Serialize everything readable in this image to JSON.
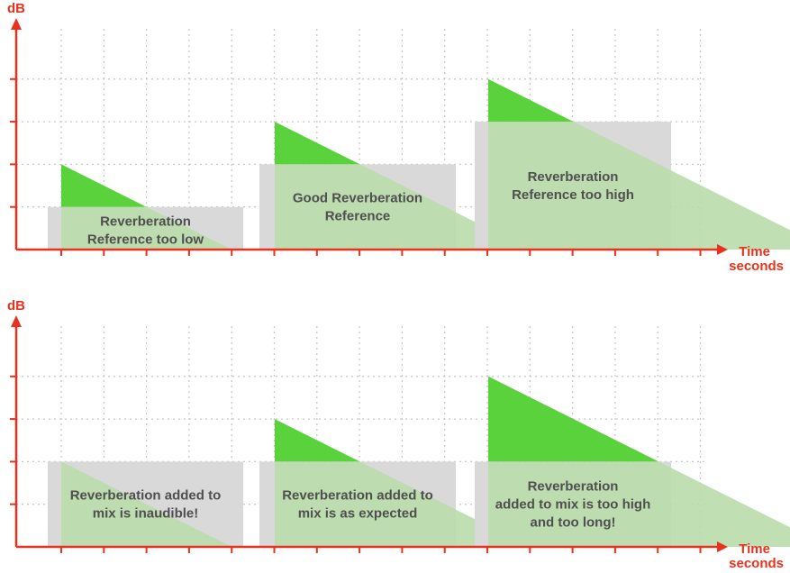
{
  "colors": {
    "axis": "#e8321e",
    "grid": "#c8c8c8",
    "box": "#d9d9d9",
    "decay_fill": "#5ad23c",
    "decay_overlay": "#b9dcaa",
    "label_text": "#4f4f4f"
  },
  "panels": [
    {
      "y_axis_label": "dB",
      "x_axis_label_1": "Time",
      "x_axis_label_2": "seconds",
      "items": [
        {
          "label_lines": [
            "Reverberation",
            "Reference too low"
          ],
          "box_level": 1,
          "decay_peak": 2,
          "decay_length_cells": 4
        },
        {
          "label_lines": [
            "Good Reverberation",
            "Reference"
          ],
          "box_level": 2,
          "decay_peak": 3,
          "decay_length_cells": 6
        },
        {
          "label_lines": [
            "Reverberation",
            "Reference too high"
          ],
          "box_level": 3,
          "decay_peak": 4,
          "decay_length_cells": 8
        }
      ]
    },
    {
      "y_axis_label": "dB",
      "x_axis_label_1": "Time",
      "x_axis_label_2": "seconds",
      "items": [
        {
          "label_lines": [
            "Reverberation added to",
            "mix is inaudible!"
          ],
          "box_level": 2,
          "decay_peak": 2,
          "decay_length_cells": 4
        },
        {
          "label_lines": [
            "Reverberation added to",
            "mix is as expected"
          ],
          "box_level": 2,
          "decay_peak": 3,
          "decay_length_cells": 6
        },
        {
          "label_lines": [
            "Reverberation",
            "added to mix is too high",
            "and too long!"
          ],
          "box_level": 2,
          "decay_peak": 4,
          "decay_length_cells": 8
        }
      ]
    }
  ]
}
